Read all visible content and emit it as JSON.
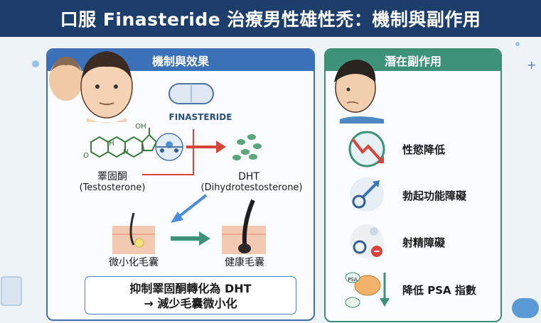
{
  "title": "口服 Finasteride 治療男性雄性禿：機制與副作用",
  "mechanism_panel": {
    "heading": "機制與效果",
    "drug_label": "FINASTERIDE",
    "molecule_oh": "OH",
    "molecule_h1": "H",
    "molecule_h2": "H",
    "molecule_o": "O",
    "testosterone": "睪固酮",
    "testosterone_en": "(Testosterone)",
    "dht": "DHT",
    "dht_en": "(Dihydrotestosterone)",
    "miniaturized": "微小化毛囊",
    "healthy": "健康毛囊",
    "result_line1": "抑制睪固酮轉化為 DHT",
    "result_line2": "→ 減少毛囊微小化"
  },
  "side_effects_panel": {
    "heading": "潛在副作用",
    "items": [
      {
        "label": "性慾降低",
        "icon": "decline-arrow-icon"
      },
      {
        "label": "勃起功能障礙",
        "icon": "broken-male-symbol-icon"
      },
      {
        "label": "射精障礙",
        "icon": "ejaculation-disorder-icon"
      },
      {
        "label": "降低 PSA 指數",
        "icon": "psa-decrease-icon"
      }
    ],
    "psa_tag": "PSA"
  },
  "colors": {
    "header": "#1d3e6b",
    "mechanism_accent": "#3b71b8",
    "side_accent": "#3e9277",
    "inhibit_red": "#d6453c"
  }
}
